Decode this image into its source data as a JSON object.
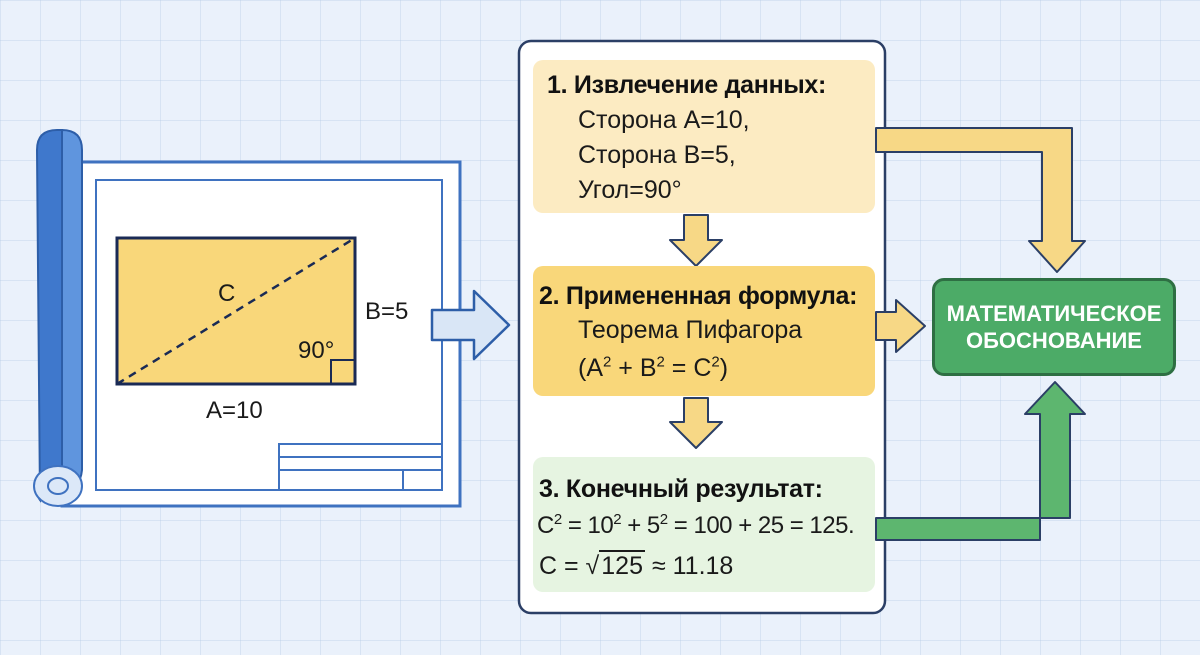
{
  "drawing": {
    "side_a": "A=10",
    "side_b": "B=5",
    "diagonal": "C",
    "angle": "90°"
  },
  "step1": {
    "title": "1. Извлечение данных:",
    "lines": [
      "Сторона A=10,",
      "Сторона B=5,",
      "Угол=90°"
    ]
  },
  "step2": {
    "title": "2. Примененная формула:",
    "line1": "Теорема Пифагора",
    "formula": {
      "open": "(A",
      "p1": "2",
      "plus": " + B",
      "p2": "2",
      "eq": " = C",
      "p3": "2",
      "close": ")"
    }
  },
  "step3": {
    "title": "3. Конечный результат:",
    "eq1": {
      "a": "C",
      "e1": "2",
      "b": " = 10",
      "e2": "2",
      "c": " + 5",
      "e3": "2",
      "d": " = 100 + 25 = 125."
    },
    "eq2": {
      "a": "C = ",
      "sqrt": "√",
      "rad": "125",
      "b": " ≈ 11.18"
    }
  },
  "result": {
    "line1": "МАТЕМАТИЧЕСКОЕ",
    "line2": "ОБОСНОВАНИЕ"
  },
  "colors": {
    "step1_bg": "#fcebc2",
    "step2_bg": "#f9d77a",
    "step3_bg": "#e6f4e1",
    "result_bg": "#4cab67",
    "arrow_yellow": "#f7d886",
    "arrow_green": "#5db66f",
    "arrow_blue": "#d9e6f6",
    "blueprint_blue": "#4e89d6"
  }
}
